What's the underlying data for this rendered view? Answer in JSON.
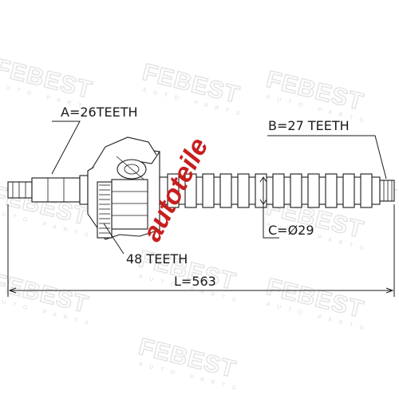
{
  "watermark": {
    "brand": "FEBEST",
    "tagline": "AUTO PARTS"
  },
  "labels": {
    "spline_a": "A=26TEETH",
    "spline_b": "B=27 TEETH",
    "abs_ring": "48 TEETH",
    "diameter_c": "C=Ø29",
    "length": "L=563"
  },
  "stamp": {
    "text": "autoteile",
    "color": "#c81e1e"
  }
}
